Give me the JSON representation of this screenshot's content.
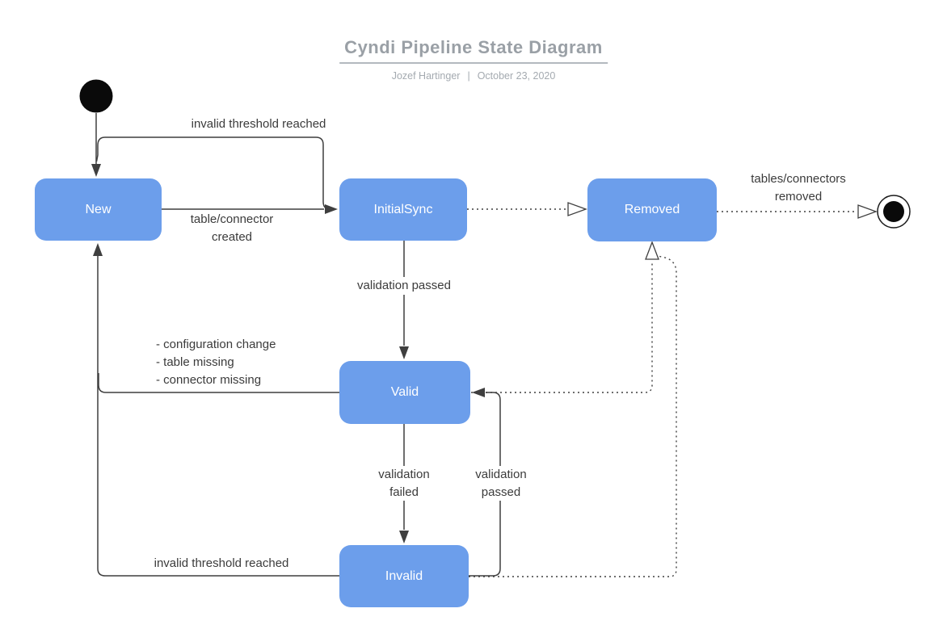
{
  "header": {
    "title": "Cyndi Pipeline State Diagram",
    "author": "Jozef Hartinger",
    "divider": "|",
    "date": "October 23, 2020"
  },
  "states": {
    "new": {
      "label": "New"
    },
    "initial_sync": {
      "label": "InitialSync"
    },
    "removed": {
      "label": "Removed"
    },
    "valid": {
      "label": "Valid"
    },
    "invalid": {
      "label": "Invalid"
    }
  },
  "edge_labels": {
    "initialsync_to_new": "invalid threshold reached",
    "new_to_initialsync": "table/connector\ncreated",
    "initialsync_to_valid": "validation passed",
    "valid_to_new": "- configuration change\n- table missing\n- connector missing",
    "valid_to_invalid": "validation\nfailed",
    "invalid_to_valid": "validation\npassed",
    "invalid_to_new": "invalid threshold reached",
    "removed_to_final": "tables/connectors\nremoved"
  },
  "colors": {
    "state_fill": "#6C9EEB",
    "state_text": "#FFFFFF",
    "edge_line": "#3F3F3F",
    "title_text": "#9AA0A6",
    "subtitle_text": "#A4AAB0"
  }
}
